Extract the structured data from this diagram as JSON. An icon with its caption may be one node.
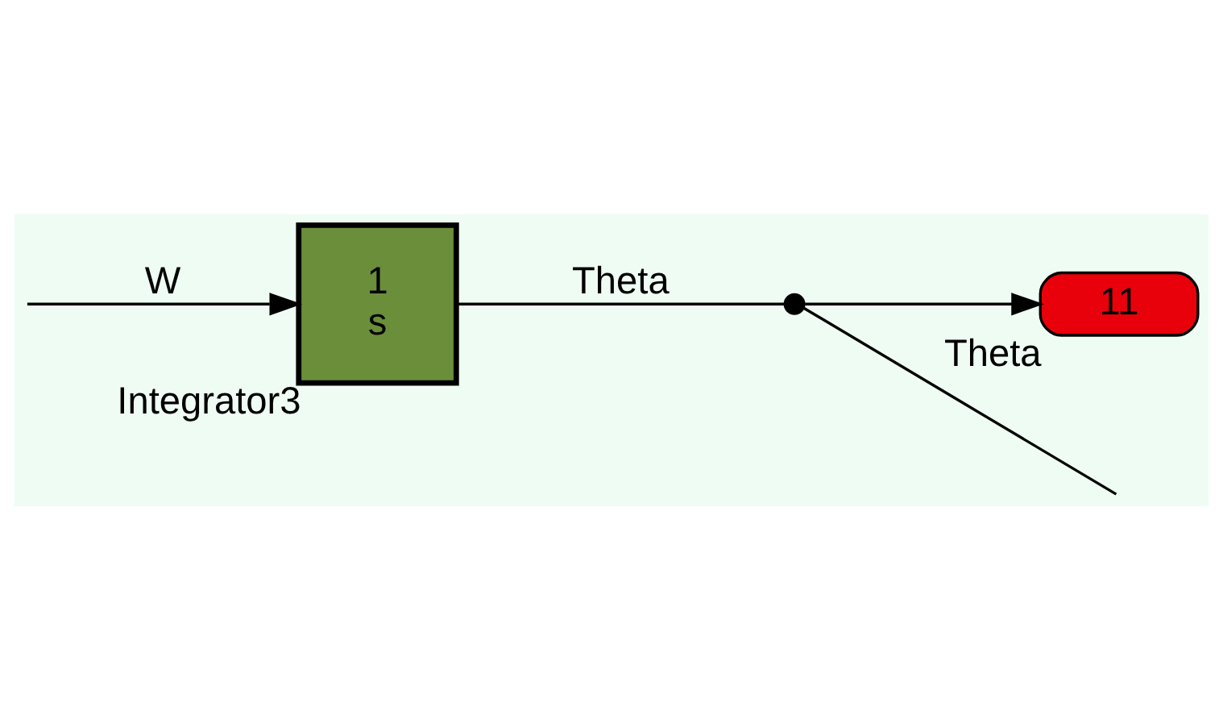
{
  "diagram": {
    "nodes": [
      {
        "text": [
          "1",
          "s"
        ],
        "beside": [
          "Integrator3"
        ]
      },
      {
        "text": [
          "11"
        ],
        "beside": [
          "Theta"
        ]
      },
      {
        "text": [],
        "shape": "circle"
      }
    ],
    "edges": [
      {
        "from": null,
        "to": 0,
        "arrow": "to",
        "label": "W"
      },
      {
        "from": 0,
        "to": 2,
        "arrow": "none",
        "label": "Theta"
      },
      {
        "from": 2,
        "to": 1,
        "arrow": "to"
      },
      {
        "from": 2,
        "to": null,
        "arrow": "none"
      }
    ]
  }
}
